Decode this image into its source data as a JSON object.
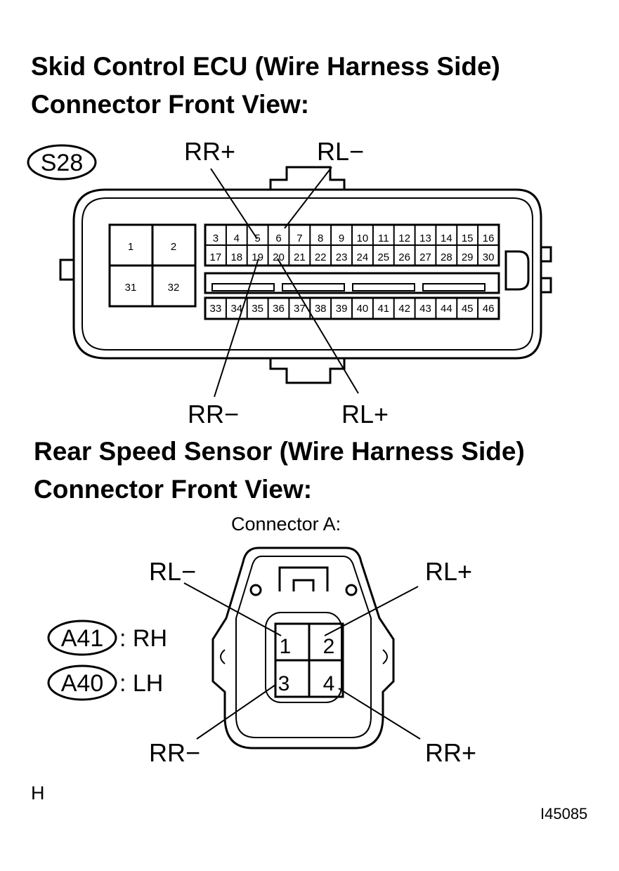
{
  "heading1": {
    "line1": "Skid Control ECU (Wire Harness Side)",
    "line2": "Connector Front View:"
  },
  "ecu": {
    "code": "S28",
    "big_pins": [
      "1",
      "2",
      "31",
      "32"
    ],
    "row1": [
      "3",
      "4",
      "5",
      "6",
      "7",
      "8",
      "9",
      "10",
      "11",
      "12",
      "13",
      "14",
      "15",
      "16"
    ],
    "row2": [
      "17",
      "18",
      "19",
      "20",
      "21",
      "22",
      "23",
      "24",
      "25",
      "26",
      "27",
      "28",
      "29",
      "30"
    ],
    "row3": [
      "33",
      "34",
      "35",
      "36",
      "37",
      "38",
      "39",
      "40",
      "41",
      "42",
      "43",
      "44",
      "45",
      "46"
    ],
    "labels": {
      "top_left": "RR+",
      "top_right": "RL−",
      "bottom_left": "RR−",
      "bottom_right": "RL+"
    }
  },
  "heading2": {
    "line1": "Rear Speed Sensor (Wire Harness Side)",
    "line2": "Connector Front View:"
  },
  "sensor": {
    "connector_label": "Connector A:",
    "pins": [
      "1",
      "2",
      "3",
      "4"
    ],
    "codes": [
      {
        "code": "A41",
        "side": ": RH"
      },
      {
        "code": "A40",
        "side": ": LH"
      }
    ],
    "labels": {
      "top_left": "RL−",
      "top_right": "RL+",
      "bottom_left": "RR−",
      "bottom_right": "RR+"
    }
  },
  "footer": {
    "letter": "H",
    "figure_id": "I45085"
  }
}
